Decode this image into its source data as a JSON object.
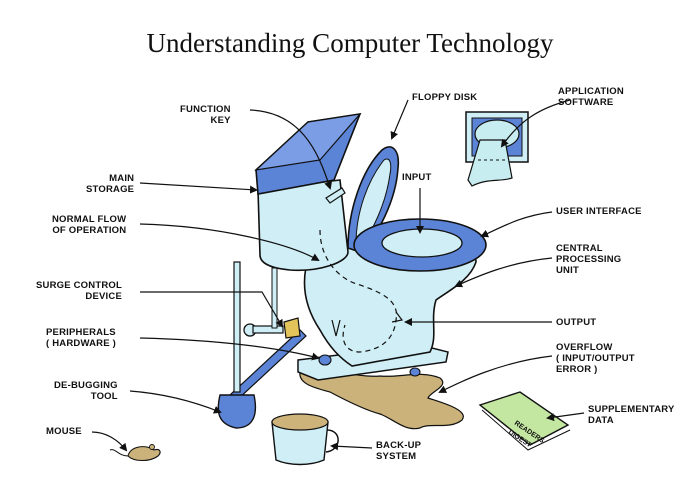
{
  "title": "Understanding Computer Technology",
  "labels": {
    "function_key": [
      "FUNCTION",
      "KEY"
    ],
    "floppy_disk": "FLOPPY DISK",
    "application_software": [
      "APPLICATION",
      "SOFTWARE"
    ],
    "main_storage": [
      "MAIN",
      "STORAGE"
    ],
    "input": "INPUT",
    "normal_flow": [
      "NORMAL FLOW",
      "OF OPERATION"
    ],
    "user_interface": "USER INTERFACE",
    "cpu": [
      "CENTRAL",
      "PROCESSING",
      "UNIT"
    ],
    "surge_control": [
      "SURGE CONTROL",
      "DEVICE"
    ],
    "output": "OUTPUT",
    "peripherals": [
      "PERIPHERALS",
      "( HARDWARE )"
    ],
    "overflow": [
      "OVERFLOW",
      "( INPUT/OUTPUT",
      "ERROR )"
    ],
    "debugging": [
      "DE-BUGGING",
      "TOOL"
    ],
    "supplementary": [
      "SUPPLEMENTARY",
      "DATA"
    ],
    "mouse": "MOUSE",
    "backup": [
      "BACK-UP",
      "SYSTEM"
    ]
  },
  "magazine_text": [
    "READERS",
    "DIGEST"
  ],
  "colors": {
    "toilet_blue": "#5b83d6",
    "porcelain": "#cfeef5",
    "floor_brown": "#cbb27a",
    "paper_green": "#c3e7a0",
    "coffee": "#cdb27a",
    "outline": "#111111"
  }
}
